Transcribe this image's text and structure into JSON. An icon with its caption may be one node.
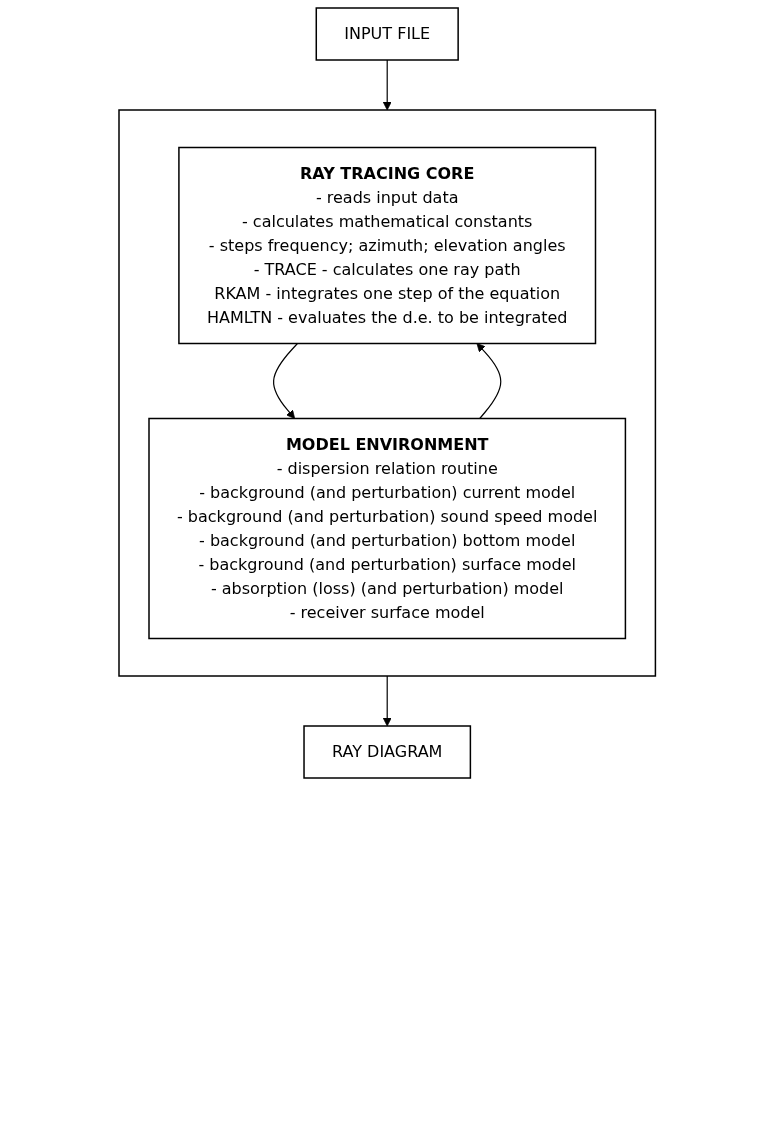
{
  "diagram": {
    "nodes": [
      {
        "text": [
          "INPUT FILE"
        ]
      },
      {
        "text": [],
        "shape": "box"
      },
      {
        "text": [
          "RAY TRACING CORE",
          "- reads input data",
          "- calculates mathematical constants",
          "- steps frequency; azimuth; elevation angles",
          "- TRACE - calculates one ray path",
          "RKAM - integrates one step of the equation",
          "HAMLTN - evaluates the d.e. to be integrated"
        ],
        "in": 1
      },
      {
        "text": [
          "MODEL ENVIRONMENT",
          "- dispersion relation routine",
          "- background (and perturbation) current model",
          "- background (and perturbation) sound speed model",
          "- background (and perturbation) bottom model",
          "- background (and perturbation) surface model",
          "- absorption (loss) (and perturbation) model",
          "- receiver surface model"
        ],
        "in": 1
      },
      {
        "text": [
          "RAY DIAGRAM"
        ]
      }
    ],
    "edges": [
      {
        "from": 0,
        "to": 1,
        "arrow": "to"
      },
      {
        "from": 2,
        "to": 3,
        "arrow": "to"
      },
      {
        "from": 3,
        "to": 2,
        "arrow": "to"
      },
      {
        "from": 1,
        "to": 4,
        "arrow": "to"
      }
    ]
  }
}
